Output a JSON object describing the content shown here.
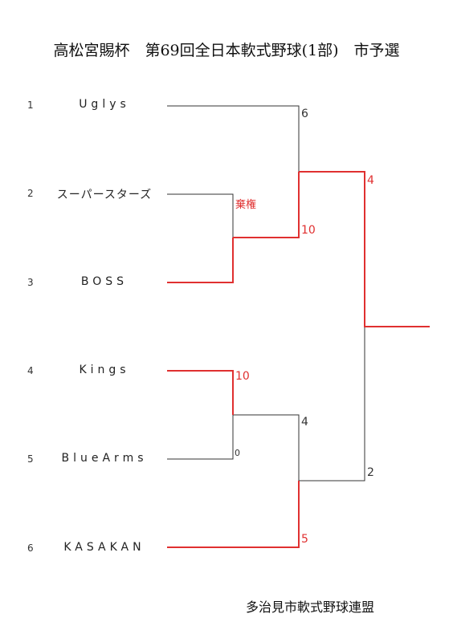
{
  "title": "高松宮賜杯　第69回全日本軟式野球(1部)　市予選",
  "footer": "多治見市軟式野球連盟",
  "colors": {
    "winner": "#e03030",
    "line": "#333333"
  },
  "teams": [
    {
      "seed": "1",
      "name": "Uglys"
    },
    {
      "seed": "2",
      "name": "スーパースターズ"
    },
    {
      "seed": "3",
      "name": "BOSS"
    },
    {
      "seed": "4",
      "name": "Kings"
    },
    {
      "seed": "5",
      "name": "BlueArms"
    },
    {
      "seed": "6",
      "name": "KASAKAN"
    }
  ],
  "scores": {
    "r1_top_upper": "棄権",
    "r1_top_lower": "",
    "r1_bottom_upper": "10",
    "r1_bottom_lower": "0",
    "sf_top_upper": "6",
    "sf_top_lower": "10",
    "sf_bottom_upper": "4",
    "sf_bottom_lower": "5",
    "final_upper": "4",
    "final_lower": "2"
  }
}
